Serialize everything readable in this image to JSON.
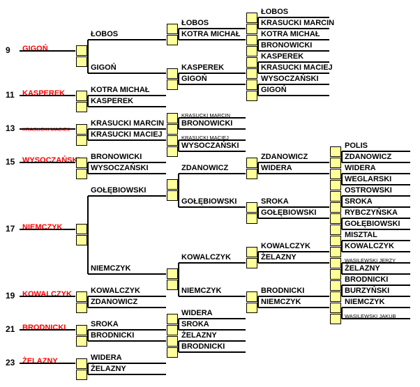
{
  "seeds": [
    "9",
    "11",
    "13",
    "15",
    "17",
    "19",
    "21",
    "23"
  ],
  "seed_players": [
    "GIGOŃ",
    "KASPEREK",
    "KRASUCKI MACIEJ",
    "WYSOCZAŃSKI",
    "NIEMCZYK",
    "KOWALCZYK",
    "BRODNICKI",
    "ŻELAZNY"
  ],
  "col1": [
    "ŁOBOS",
    "GIGOŃ",
    "KOTRA MICHAŁ",
    "KASPEREK",
    "KRASUCKI MARCIN",
    "KRASUCKI MACIEJ",
    "BRONOWICKI",
    "WYSOCZAŃSKI",
    "GOŁĘBIOWSKI",
    "NIEMCZYK",
    "KOWALCZYK",
    "ZDANOWICZ",
    "SROKA",
    "BRODNICKI",
    "WIDERA",
    "ŻELAZNY"
  ],
  "col2": [
    "ŁOBOS",
    "KOTRA MICHAŁ",
    "KASPEREK",
    "GIGOŃ",
    "KRASUCKI MARCIN",
    "BRONOWICKI",
    "KRASUCKI MACIEJ",
    "WYSOCZAŃSKI",
    "ZDANOWICZ",
    "GOŁĘBIOWSKI",
    "KOWALCZYK",
    "NIEMCZYK",
    "WIDERA",
    "SROKA",
    "ŻELAZNY",
    "BRODNICKI"
  ],
  "col3": [
    "ŁOBOS",
    "KRASUCKI MARCIN",
    "KOTRA MICHAŁ",
    "BRONOWICKI",
    "KASPEREK",
    "KRASUCKI MACIEJ",
    "WYSOCZAŃSKI",
    "GIGOŃ",
    "ZDANOWICZ",
    "WIDERA",
    "SROKA",
    "GOŁĘBIOWSKI",
    "KOWALCZYK",
    "ŻELAZNY",
    "BRODNICKI",
    "NIEMCZYK"
  ],
  "col4": [
    "POLIS",
    "ZDANOWICZ",
    "WIDERA",
    "WEGLARSKI",
    "OSTROWSKI",
    "SROKA",
    "RYBCZYŃSKA",
    "GOŁĘBIOWSKI",
    "MISZTAL",
    "KOWALCZYK",
    "WASILEWSKI JERZY",
    "ŻELAZNY",
    "BRODNICKI",
    "BURZYŃSKI",
    "NIEMCZYK",
    "WASILEWSKI JAKUB"
  ]
}
